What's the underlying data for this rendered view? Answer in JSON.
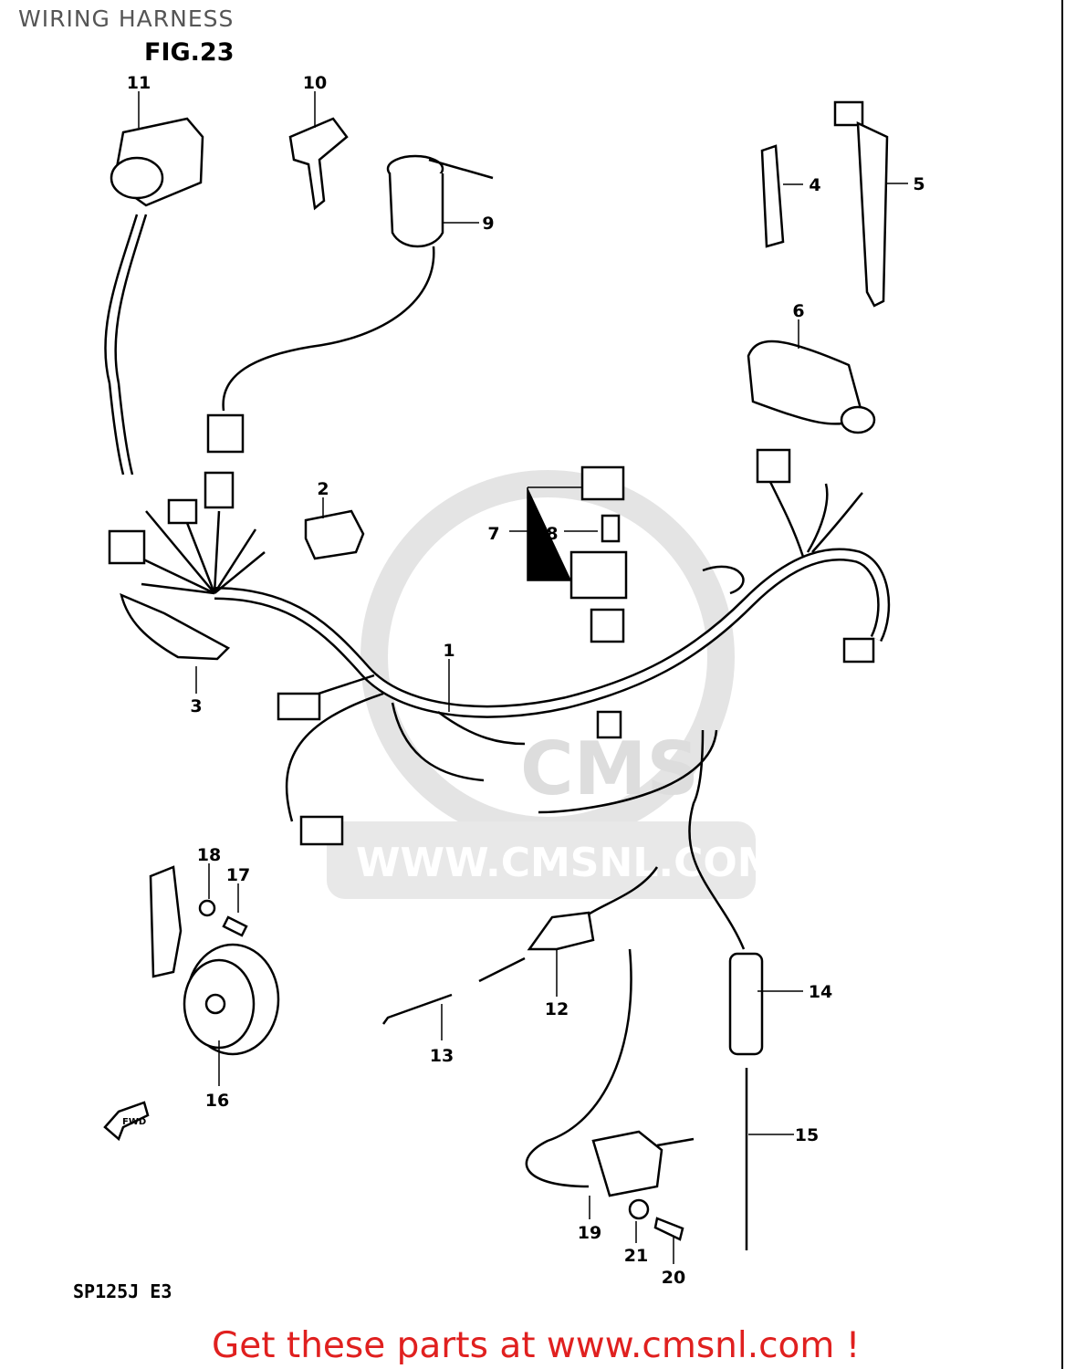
{
  "header": {
    "title": "WIRING HARNESS",
    "figure": "FIG.23"
  },
  "model_code": "SP125J E3",
  "watermark": {
    "site": "WWW.CMSNL.COM",
    "logo": "CMS"
  },
  "callouts": [
    "1",
    "2",
    "3",
    "4",
    "5",
    "6",
    "7",
    "8",
    "9",
    "10",
    "11",
    "12",
    "13",
    "14",
    "15",
    "16",
    "17",
    "18",
    "19",
    "20",
    "21"
  ],
  "fwd_label": "FWD",
  "cta": {
    "text": "Get these parts at www.cmsnl.com !",
    "color": "#e0201f"
  }
}
